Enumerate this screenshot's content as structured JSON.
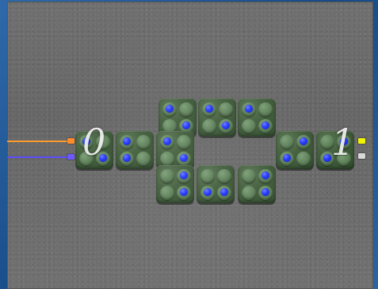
{
  "scene": {
    "input_label": "0",
    "output_label": "1"
  },
  "colors": {
    "wire_orange": "#ff9b2f",
    "wire_blue": "#5a4cff",
    "terminal_orange": "#ff8a2a",
    "terminal_blue": "#6a58ff",
    "terminal_yellow": "#f1f300",
    "terminal_white": "#d8d8d8"
  },
  "tiles": [
    {
      "id": "t-row1-a",
      "blue": [
        0,
        3
      ]
    },
    {
      "id": "t-row1-b",
      "blue": [
        0,
        3
      ]
    },
    {
      "id": "t-row1-c",
      "blue": [
        0,
        3
      ]
    },
    {
      "id": "t-left-in",
      "blue": [
        0,
        3
      ]
    },
    {
      "id": "t-left-b",
      "blue": [
        0,
        2
      ]
    },
    {
      "id": "t-left-c",
      "blue": [
        0,
        3
      ]
    },
    {
      "id": "t-right-a",
      "blue": [
        1,
        2
      ]
    },
    {
      "id": "t-right-b",
      "blue": [
        1,
        2
      ]
    },
    {
      "id": "t-row3-a",
      "blue": [
        1,
        3
      ]
    },
    {
      "id": "t-row3-b",
      "blue": [
        2,
        3
      ]
    },
    {
      "id": "t-row3-c",
      "blue": [
        1,
        3
      ]
    }
  ]
}
